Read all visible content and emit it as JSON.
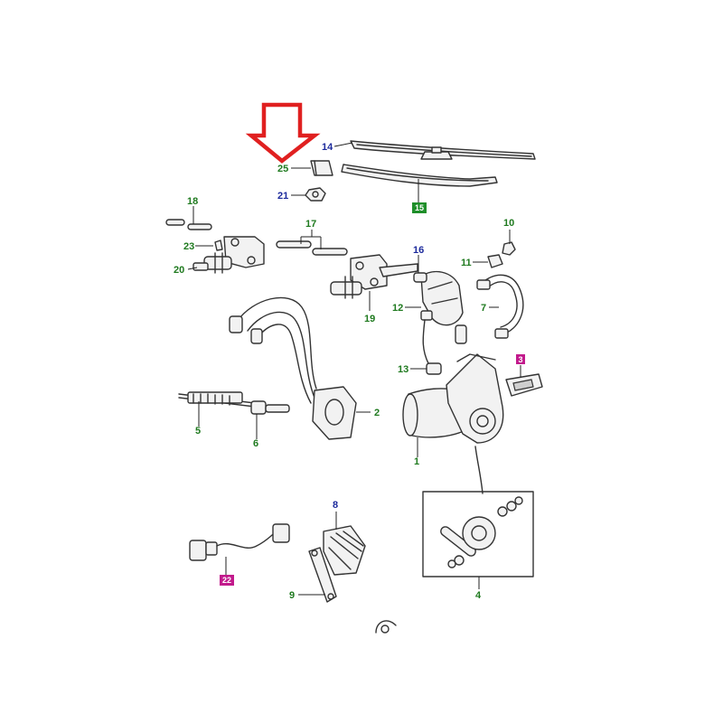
{
  "colors": {
    "label_green": "#1f7a1f",
    "label_blue": "#1c2a9c",
    "label_magenta": "#b0108a",
    "box_green": "#1f8f2a",
    "box_magenta": "#c21a8c",
    "arrow_red": "#e02020"
  },
  "callouts": [
    {
      "id": "c1",
      "text": "1",
      "color": "label_green"
    },
    {
      "id": "c2",
      "text": "2",
      "color": "label_green"
    },
    {
      "id": "c3",
      "text": "3",
      "color": "box_magenta",
      "boxed": true
    },
    {
      "id": "c4",
      "text": "4",
      "color": "label_green"
    },
    {
      "id": "c5",
      "text": "5",
      "color": "label_green"
    },
    {
      "id": "c6",
      "text": "6",
      "color": "label_green"
    },
    {
      "id": "c7",
      "text": "7",
      "color": "label_green"
    },
    {
      "id": "c8",
      "text": "8",
      "color": "label_blue"
    },
    {
      "id": "c9",
      "text": "9",
      "color": "label_green"
    },
    {
      "id": "c10",
      "text": "10",
      "color": "label_green"
    },
    {
      "id": "c11",
      "text": "11",
      "color": "label_green"
    },
    {
      "id": "c12",
      "text": "12",
      "color": "label_green"
    },
    {
      "id": "c13",
      "text": "13",
      "color": "label_green"
    },
    {
      "id": "c14",
      "text": "14",
      "color": "label_blue"
    },
    {
      "id": "c15",
      "text": "15",
      "color": "box_green",
      "boxed": true
    },
    {
      "id": "c16",
      "text": "16",
      "color": "label_blue"
    },
    {
      "id": "c17",
      "text": "17",
      "color": "label_green"
    },
    {
      "id": "c18",
      "text": "18",
      "color": "label_green"
    },
    {
      "id": "c19",
      "text": "19",
      "color": "label_green"
    },
    {
      "id": "c20",
      "text": "20",
      "color": "label_green"
    },
    {
      "id": "c21",
      "text": "21",
      "color": "label_blue"
    },
    {
      "id": "c22",
      "text": "22",
      "color": "box_magenta",
      "boxed": true
    },
    {
      "id": "c23",
      "text": "23",
      "color": "label_green"
    },
    {
      "id": "c25",
      "text": "25",
      "color": "label_green"
    }
  ]
}
